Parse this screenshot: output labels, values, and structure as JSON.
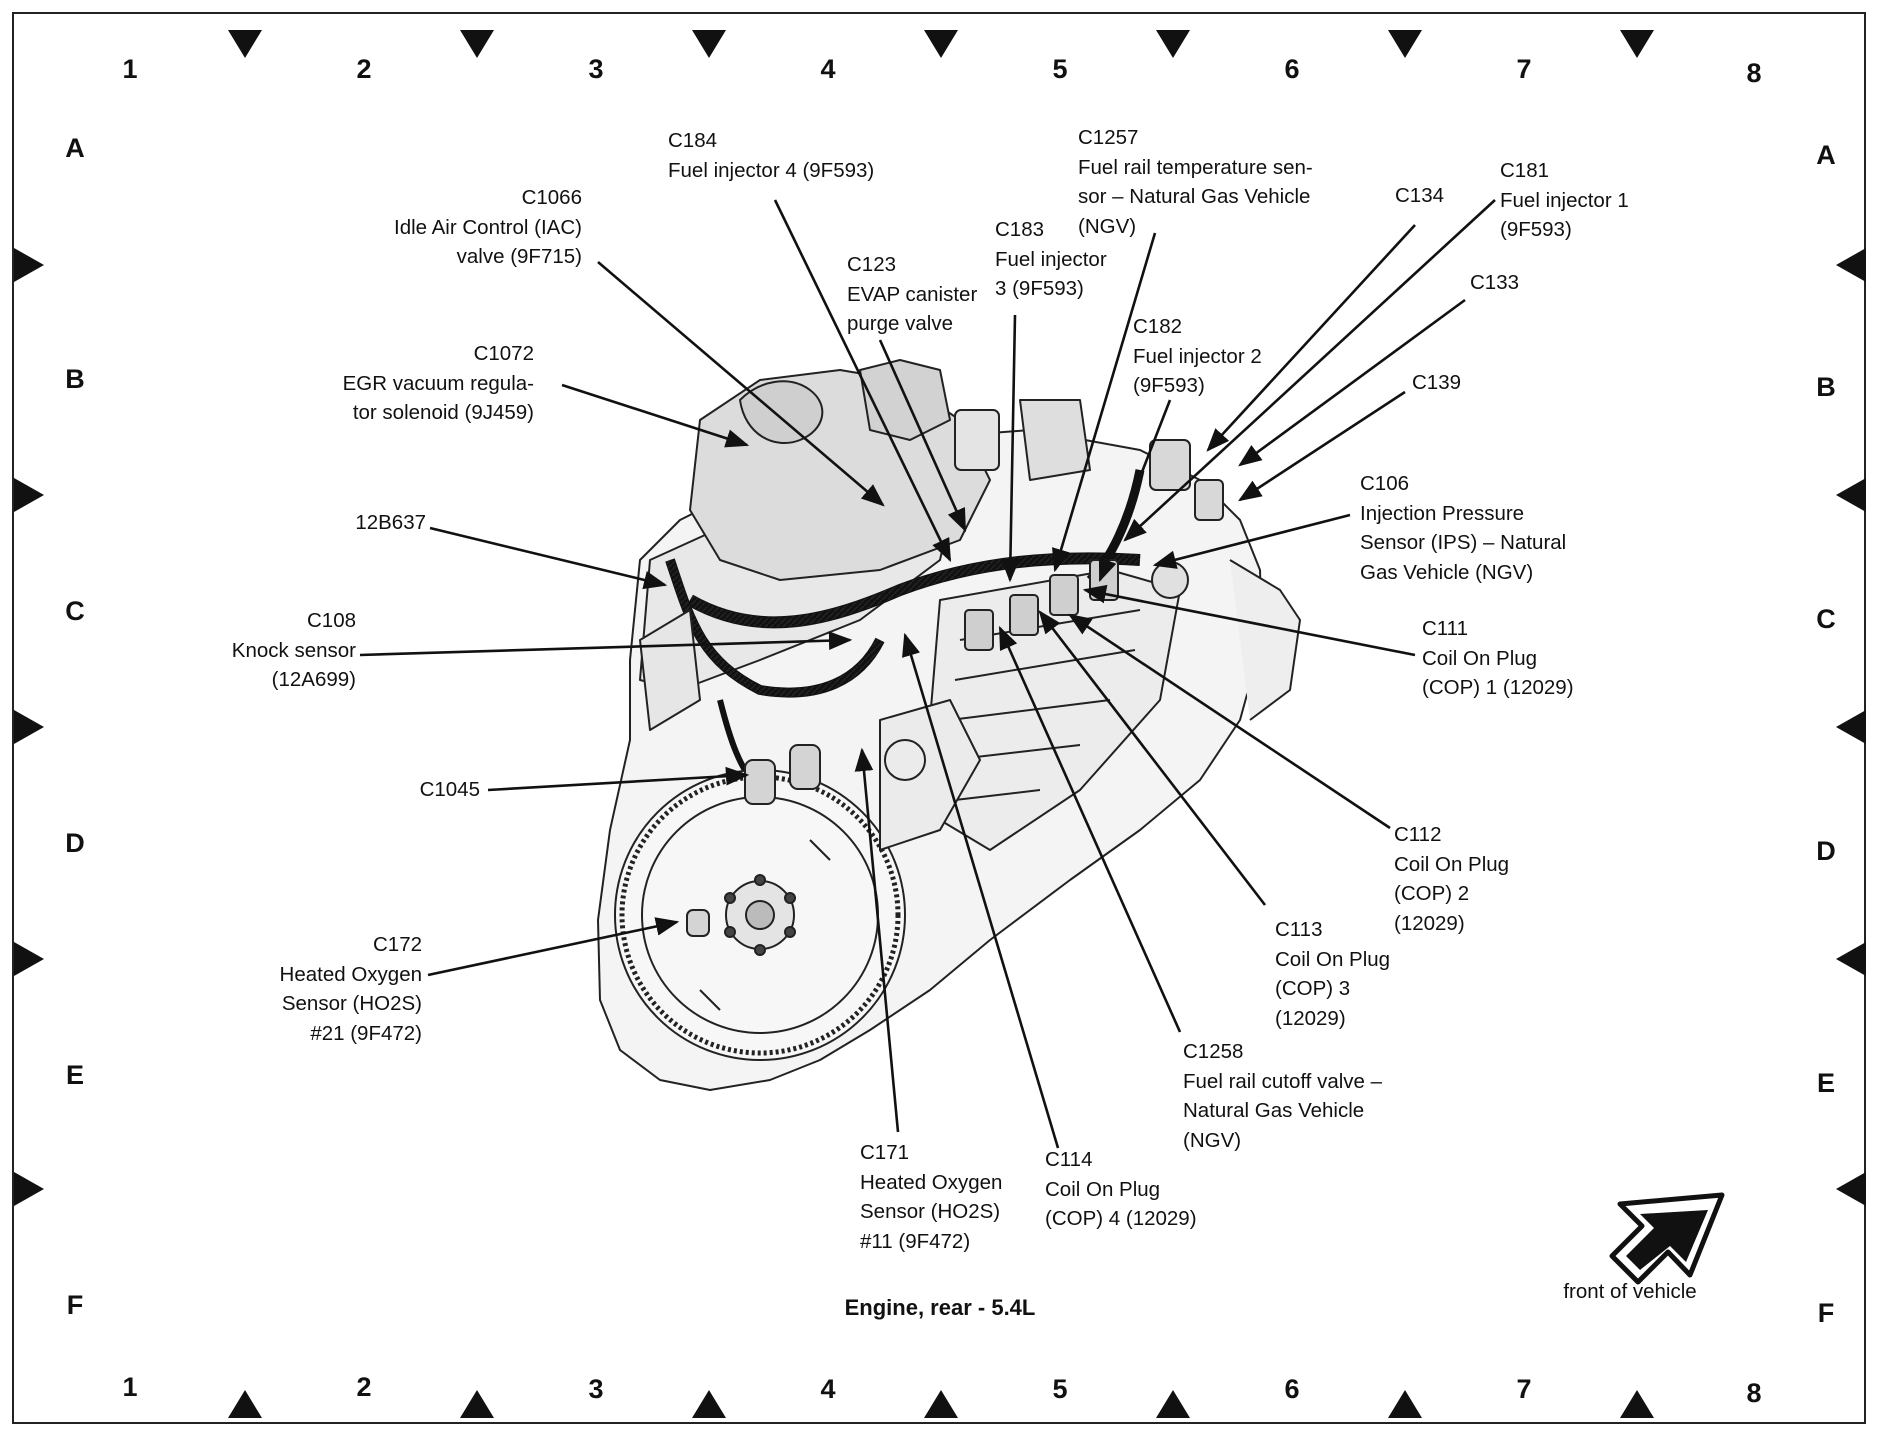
{
  "diagram": {
    "caption": "Engine, rear - 5.4L",
    "front_label": "front of vehicle",
    "grid": {
      "columns": [
        "1",
        "2",
        "3",
        "4",
        "5",
        "6",
        "7",
        "8"
      ],
      "rows": [
        "A",
        "B",
        "C",
        "D",
        "E",
        "F"
      ]
    },
    "callouts": {
      "c184": {
        "code": "C184",
        "lines": [
          "Fuel injector 4 (9F593)"
        ]
      },
      "c1066": {
        "code": "C1066",
        "lines": [
          "Idle Air Control (IAC)",
          "valve (9F715)"
        ]
      },
      "c1257": {
        "code": "C1257",
        "lines": [
          "Fuel rail temperature sen-",
          "sor – Natural Gas Vehicle",
          "(NGV)"
        ]
      },
      "c181": {
        "code": "C181",
        "lines": [
          "Fuel injector 1",
          "(9F593)"
        ]
      },
      "c134": {
        "code": "C134",
        "lines": []
      },
      "c183": {
        "code": "C183",
        "lines": [
          "Fuel injector",
          "3 (9F593)"
        ]
      },
      "c123": {
        "code": "C123",
        "lines": [
          "EVAP canister",
          "purge valve"
        ]
      },
      "c133": {
        "code": "C133",
        "lines": []
      },
      "c1072": {
        "code": "C1072",
        "lines": [
          "EGR vacuum regula-",
          "tor solenoid (9J459)"
        ]
      },
      "c182": {
        "code": "C182",
        "lines": [
          "Fuel injector 2",
          "(9F593)"
        ]
      },
      "c139": {
        "code": "C139",
        "lines": []
      },
      "c106": {
        "code": "C106",
        "lines": [
          "Injection Pressure",
          "Sensor (IPS) – Natural",
          "Gas Vehicle (NGV)"
        ]
      },
      "p12b637": {
        "code": "12B637",
        "lines": []
      },
      "c108": {
        "code": "C108",
        "lines": [
          "Knock sensor",
          "(12A699)"
        ]
      },
      "c111": {
        "code": "C111",
        "lines": [
          "Coil On Plug",
          "(COP) 1 (12029)"
        ]
      },
      "c1045": {
        "code": "C1045",
        "lines": []
      },
      "c112": {
        "code": "C112",
        "lines": [
          "Coil On Plug",
          "(COP) 2",
          "(12029)"
        ]
      },
      "c172": {
        "code": "C172",
        "lines": [
          "Heated Oxygen",
          "Sensor (HO2S)",
          "#21 (9F472)"
        ]
      },
      "c113": {
        "code": "C113",
        "lines": [
          "Coil On Plug",
          "(COP) 3",
          "(12029)"
        ]
      },
      "c1258": {
        "code": "C1258",
        "lines": [
          "Fuel rail cutoff valve –",
          "Natural Gas Vehicle",
          "(NGV)"
        ]
      },
      "c171": {
        "code": "C171",
        "lines": [
          "Heated Oxygen",
          "Sensor (HO2S)",
          "#11 (9F472)"
        ]
      },
      "c114": {
        "code": "C114",
        "lines": [
          "Coil On Plug",
          "(COP) 4 (12029)"
        ]
      }
    }
  }
}
